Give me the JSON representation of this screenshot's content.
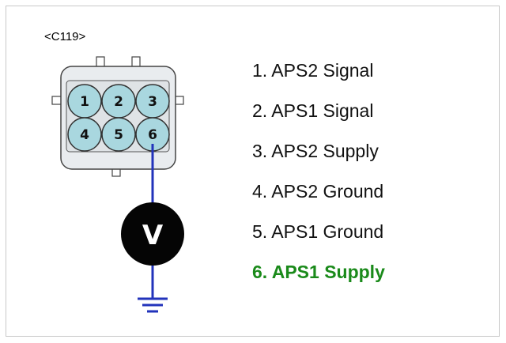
{
  "connector": {
    "label": "<C119>",
    "pins": [
      "1",
      "2",
      "3",
      "4",
      "5",
      "6"
    ],
    "measured_pin": "6"
  },
  "meter": {
    "symbol": "V"
  },
  "pin_list": [
    {
      "text": "1. APS2 Signal",
      "highlight": false
    },
    {
      "text": "2. APS1 Signal",
      "highlight": false
    },
    {
      "text": "3. APS2 Supply",
      "highlight": false
    },
    {
      "text": "4. APS2 Ground",
      "highlight": false
    },
    {
      "text": "5. APS1 Ground",
      "highlight": false
    },
    {
      "text": "6. APS1 Supply",
      "highlight": true
    }
  ],
  "colors": {
    "wire": "#2233bb",
    "highlight": "#1a8a1a",
    "pin_fill": "#a9d7df",
    "connector_body": "#e9ecef"
  },
  "icons": {
    "meter": "voltmeter-icon",
    "ground": "ground-symbol-icon"
  }
}
